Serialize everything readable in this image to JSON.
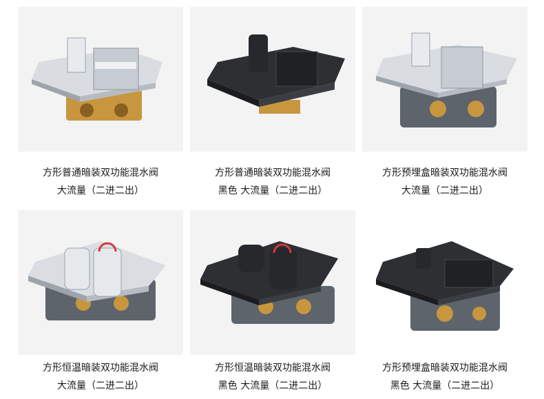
{
  "products": [
    {
      "line1": "方形普通暗装双功能混水阀",
      "line2": "大流量（二进二出）",
      "finish": "chrome",
      "style": "lever-box"
    },
    {
      "line1": "方形普通暗装双功能混水阀",
      "line2": "黑色 大流量（二进二出）",
      "finish": "black",
      "style": "lever-box"
    },
    {
      "line1": "方形预埋盒暗装双功能混水阀",
      "line2": "大流量（二进二出）",
      "finish": "chrome",
      "style": "lever-housing"
    },
    {
      "line1": "方形恒温暗装双功能混水阀",
      "line2": "大流量（二进二出）",
      "finish": "chrome",
      "style": "thermostatic"
    },
    {
      "line1": "方形恒温暗装双功能混水阀",
      "line2": "黑色 大流量（二进二出）",
      "finish": "black",
      "style": "thermostatic"
    },
    {
      "line1": "方形预埋盒暗装双功能混水阀",
      "line2": "黑色 大流量（二进二出）",
      "finish": "black",
      "style": "lever-housing"
    }
  ],
  "colors": {
    "chrome": "#cfd3d8",
    "black": "#2a2c30",
    "brass": "#c8963e",
    "housing": "#5d646c"
  }
}
